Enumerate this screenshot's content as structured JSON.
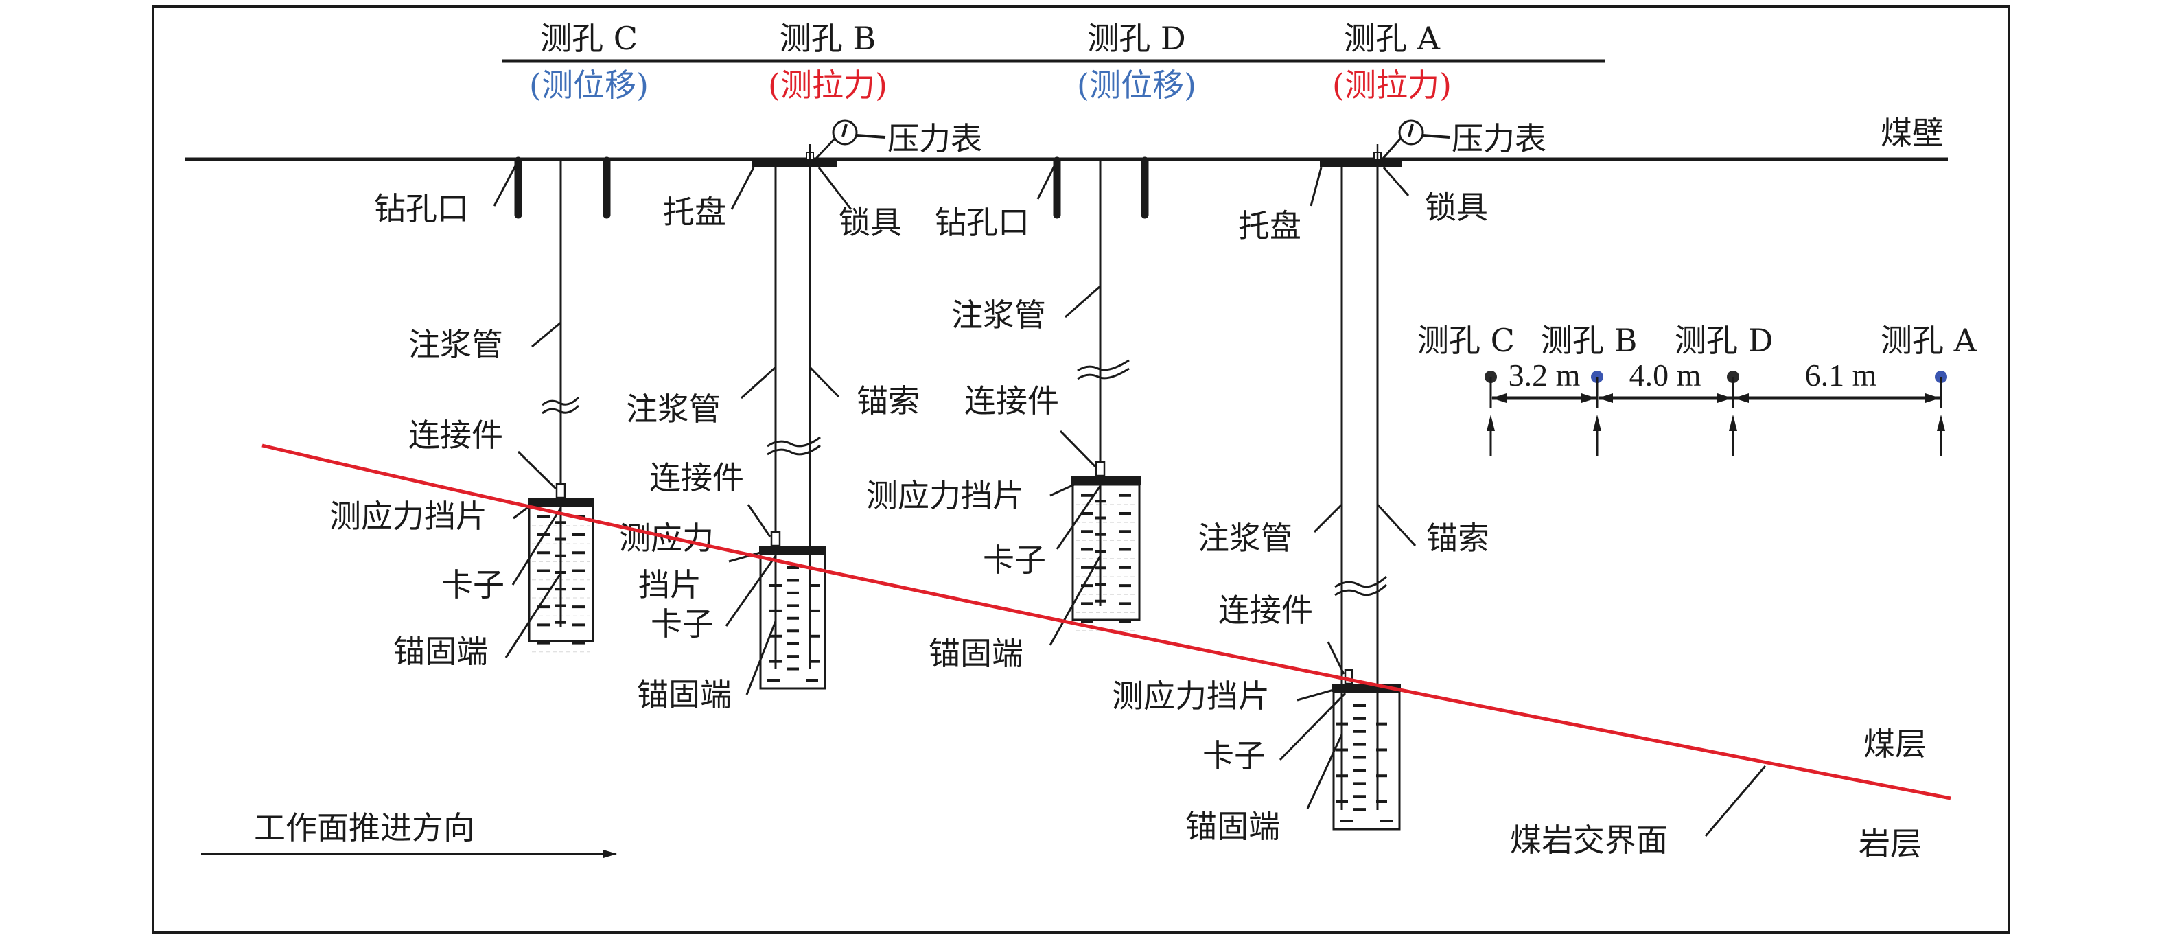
{
  "figure": {
    "header": {
      "holes": [
        {
          "name": "测孔 C",
          "purpose": "(测位移)",
          "purpose_color": "#3f6fb8"
        },
        {
          "name": "测孔 B",
          "purpose": "(测拉力)",
          "purpose_color": "#e0202a"
        },
        {
          "name": "测孔 D",
          "purpose": "(测位移)",
          "purpose_color": "#3f6fb8"
        },
        {
          "name": "测孔 A",
          "purpose": "(测拉力)",
          "purpose_color": "#e0202a"
        }
      ]
    },
    "wall_label": "煤壁",
    "coal_seam_label": "煤层",
    "rock_layer_label": "岩层",
    "interface_label": "煤岩交界面",
    "interface_color": "#e0202a",
    "advance_direction_label": "工作面推进方向",
    "components": {
      "pressure_gauge": "压力表",
      "tray": "托盘",
      "lock": "锁具",
      "borehole_mouth": "钻孔口",
      "grout_pipe": "注浆管",
      "anchor_cable": "锚索",
      "connector": "连接件",
      "stress_baffle": "测应力挡片",
      "stress_baffle_line1": "测应力",
      "stress_baffle_line2": "挡片",
      "clamp": "卡子",
      "anchored_end": "锚固端"
    },
    "spacing_legend": {
      "holes": [
        {
          "name": "测孔 C",
          "dot_color": "#2a2a2a"
        },
        {
          "name": "测孔 B",
          "dot_color": "#3a55b0"
        },
        {
          "name": "测孔 D",
          "dot_color": "#2a2a2a"
        },
        {
          "name": "测孔 A",
          "dot_color": "#3a55b0"
        }
      ],
      "distances": [
        "3.2 m",
        "4.0 m",
        "6.1 m"
      ]
    }
  }
}
